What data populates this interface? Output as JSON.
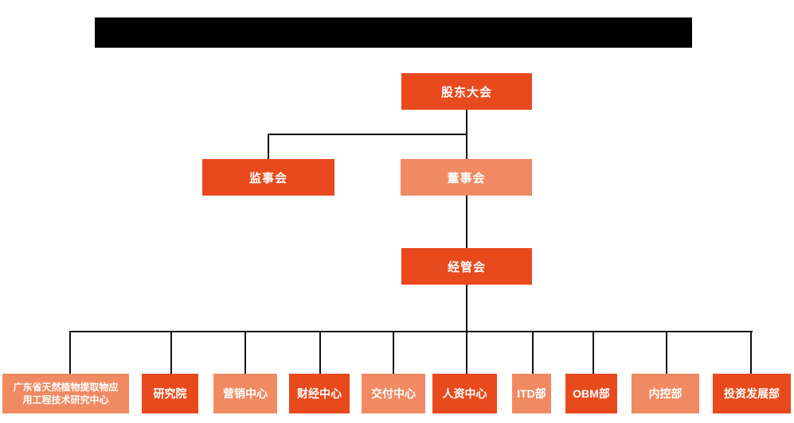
{
  "page": {
    "background_color": "#ffffff",
    "redaction_bar_color": "#000000"
  },
  "colors": {
    "primary_orange": "#e84a1e",
    "light_orange": "#f08a63",
    "connector_line": "#111111",
    "box_text": "#ffffff"
  },
  "org_chart": {
    "type": "org-hierarchy-diagram",
    "level1": {
      "label": "股东大会",
      "variant": "dark"
    },
    "level2": [
      {
        "label": "监事会",
        "variant": "dark"
      },
      {
        "label": "董事会",
        "variant": "light"
      }
    ],
    "level3": {
      "label": "经管会",
      "variant": "dark"
    },
    "level4": [
      {
        "label": "广东省天然植物提取物应用工程技术研究中心",
        "variant": "light"
      },
      {
        "label": "研究院",
        "variant": "dark"
      },
      {
        "label": "营销中心",
        "variant": "light"
      },
      {
        "label": "财经中心",
        "variant": "dark"
      },
      {
        "label": "交付中心",
        "variant": "light"
      },
      {
        "label": "人资中心",
        "variant": "dark"
      },
      {
        "label": "ITD部",
        "variant": "light"
      },
      {
        "label": "OBM部",
        "variant": "dark"
      },
      {
        "label": "内控部",
        "variant": "light"
      },
      {
        "label": "投资发展部",
        "variant": "dark"
      }
    ]
  }
}
